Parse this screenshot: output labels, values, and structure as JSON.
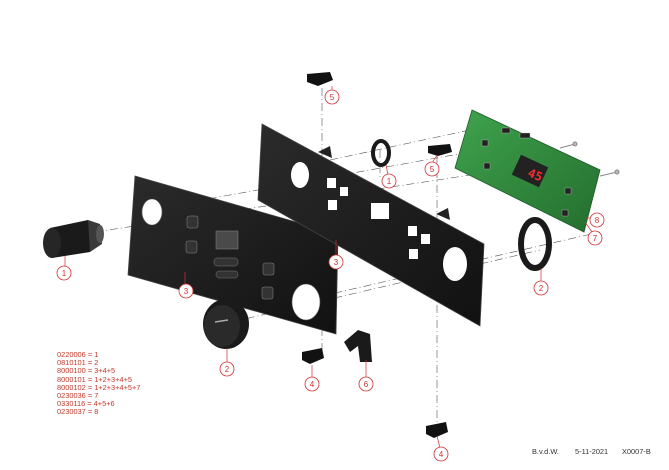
{
  "callouts": [
    "1",
    "2",
    "3",
    "4",
    "5",
    "6",
    "7",
    "8"
  ],
  "parts_list": [
    "0220006 = 1",
    "0810101 = 2",
    "8000100 = 3+4+5",
    "8000101 = 1+2+3+4+5",
    "8000102 = 1+2+3+4+5+7",
    "0230036 = 7",
    "0330116 = 4+5+6",
    "0230037 = 8"
  ],
  "display_readout": "45",
  "footer": {
    "author": "B.v.d.W.",
    "date": "5-11-2021",
    "drawing_number": "X0007-B"
  },
  "colors": {
    "callout": "#d03030",
    "pcb": "#2e8b3a",
    "part": "#1c1c1c",
    "display_digits": "#ff2b2b"
  }
}
